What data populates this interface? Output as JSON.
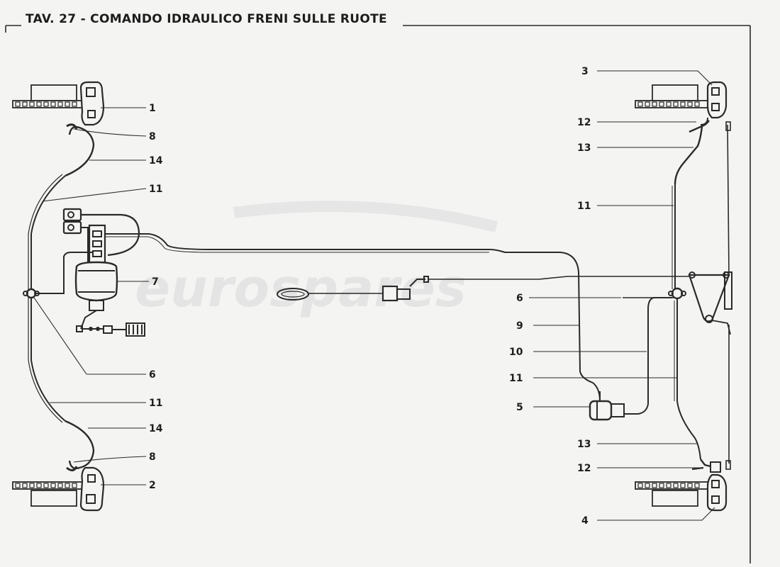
{
  "title": "TAV. 27 - COMANDO IDRAULICO FRENI SULLE RUOTE",
  "watermark": "eurospares",
  "colors": {
    "ink": "#2a2a2a",
    "paper": "#f4f4f2",
    "watermark": "#e2e2e2"
  },
  "callouts": {
    "left": [
      "1",
      "8",
      "14",
      "11",
      "7",
      "6",
      "11",
      "14",
      "8",
      "2"
    ],
    "right": [
      "3",
      "12",
      "13",
      "11",
      "6",
      "9",
      "10",
      "11",
      "5",
      "13",
      "12",
      "4"
    ]
  }
}
